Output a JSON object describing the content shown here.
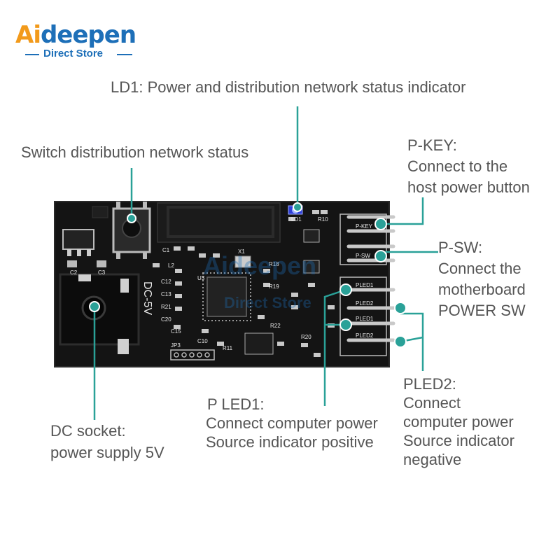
{
  "brand": {
    "name_prefix": "Ai",
    "name_rest": "deepen",
    "subtitle": "Direct Store",
    "colors": {
      "orange": "#f29a1b",
      "blue": "#1d6fb8"
    }
  },
  "callouts": {
    "ld1": {
      "line1": "LD1: Power and distribution network status indicator"
    },
    "switch": {
      "line1": "Switch distribution network status"
    },
    "pkey": {
      "line1": "P-KEY:",
      "line2": "Connect to the",
      "line3": "host power button"
    },
    "psw": {
      "line1": "P-SW:",
      "line2": "Connect the",
      "line3": "motherboard",
      "line4": "POWER SW"
    },
    "pled1": {
      "line1": "P LED1:",
      "line2": "Connect computer power",
      "line3": "Source indicator positive"
    },
    "pled2": {
      "line1": "PLED2:",
      "line2": "Connect",
      "line3": "computer power",
      "line4": "Source indicator",
      "line5": "negative"
    },
    "dc": {
      "line1": "DC socket:",
      "line2": "power supply 5V"
    }
  },
  "board": {
    "silkscreen": {
      "dc5v": "DC-5V",
      "ld1": "LD1",
      "r10": "R10",
      "jp3": "JP3",
      "pkey": "P-KEY",
      "psw": "P-SW",
      "pled1a": "PLED1",
      "pled2a": "PLED2",
      "pled1b": "PLED1",
      "pled2b": "PLED2",
      "c1": "C1",
      "l2": "L2",
      "c2": "C2",
      "c3": "C3",
      "c12": "C12",
      "c13": "C13",
      "r21": "R21",
      "c20": "C20",
      "c15": "C15",
      "c10": "C10",
      "r11": "R11",
      "r18": "R18",
      "r19": "R19",
      "r22": "R22",
      "r20": "R20",
      "x1": "X1",
      "u3": "U3"
    },
    "watermark": {
      "line1": "Aideepen",
      "line2": "Direct Store"
    }
  },
  "colors": {
    "accent": "#2aa198",
    "board": "#141414",
    "label_text": "#555555"
  }
}
